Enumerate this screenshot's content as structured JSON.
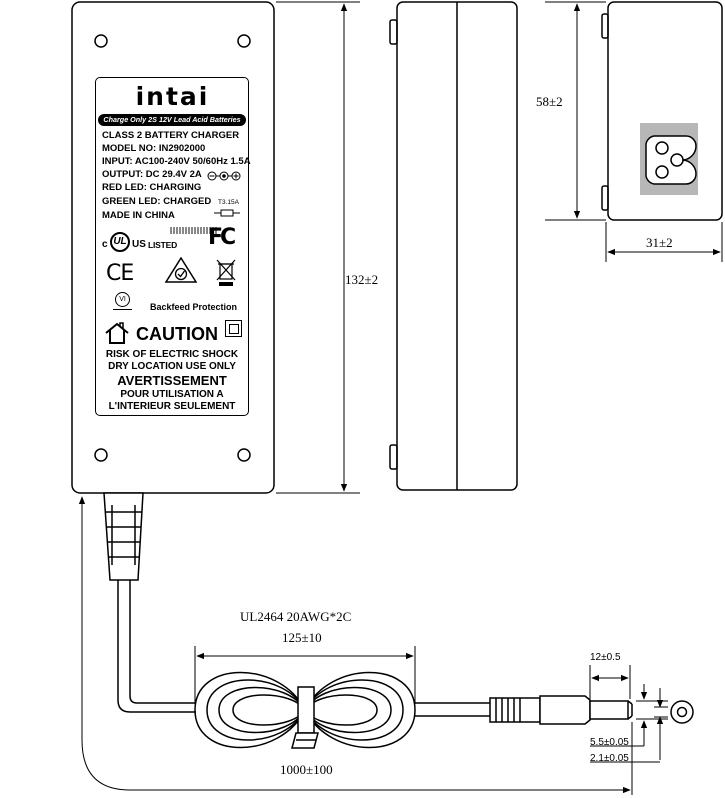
{
  "label": {
    "brand": "intai",
    "banner": "Charge Only 2S 12V Lead Acid Batteries",
    "specs": [
      "CLASS 2 BATTERY CHARGER",
      "MODEL NO: IN2902000",
      "INPUT: AC100-240V 50/60Hz 1.5A",
      "OUTPUT: DC 29.4V 2A",
      "RED LED: CHARGING",
      "GREEN LED: CHARGED",
      "MADE IN CHINA"
    ],
    "fuse": "T3.15A",
    "ul_c": "c",
    "ul_us": "US",
    "ul_listed": "LISTED",
    "fcc": "FC",
    "ce": "CE",
    "vi": "VI",
    "backfeed": "Backfeed Protection",
    "caution": "CAUTION",
    "warning_lines": [
      "RISK OF ELECTRIC SHOCK",
      "DRY LOCATION USE ONLY"
    ],
    "avertissement": "AVERTISSEMENT",
    "french_lines": [
      "POUR UTILISATION A",
      "L'INTERIEUR SEULEMENT"
    ]
  },
  "dimensions": {
    "length": "132±2",
    "width": "58±2",
    "thickness": "31±2",
    "cable_spec": "UL2464 20AWG*2C",
    "coil_length": "125±10",
    "cable_length": "1000±100",
    "plug_length": "12±0.5",
    "plug_od": "5.5±0.05",
    "plug_id": "2.1±0.05"
  }
}
